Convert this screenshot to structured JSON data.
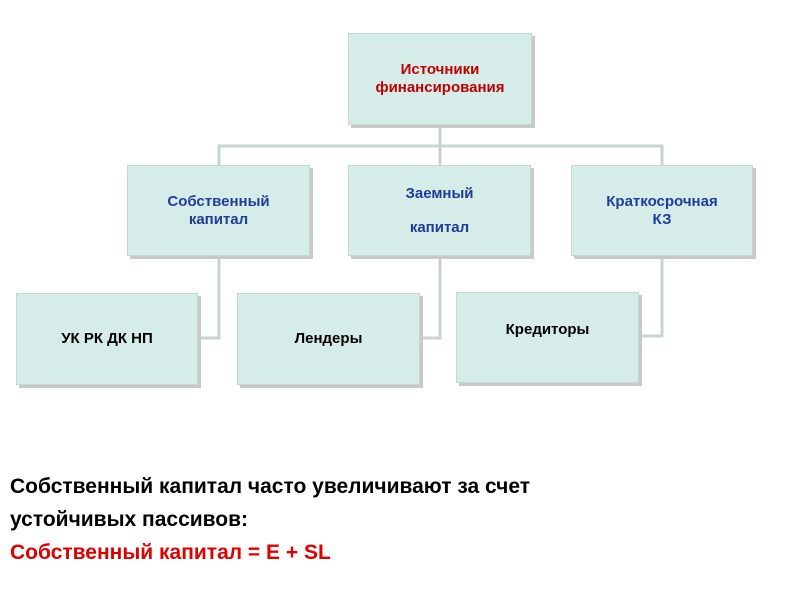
{
  "diagram": {
    "root": {
      "label": "Источники\nфинансирования"
    },
    "level1": [
      {
        "id": "own",
        "label": "Собственный\nкапитал"
      },
      {
        "id": "loan",
        "line1": "Заемный",
        "line2": "капитал"
      },
      {
        "id": "kz",
        "label": "Краткосрочная\nКЗ"
      }
    ],
    "level2": [
      {
        "id": "uk",
        "label": "УК РК ДК НП"
      },
      {
        "id": "lend",
        "label": "Лендеры"
      },
      {
        "id": "cred",
        "label": "Кредиторы"
      }
    ]
  },
  "caption": {
    "line1": "Собственный капитал часто увеличивают за счет",
    "line2": "устойчивых пассивов:",
    "formula": "Собственный капитал = E + SL"
  },
  "colors": {
    "box_fill": "#d6ece9",
    "root_text": "#c00000",
    "level1_text": "#1f3c9c",
    "level2_text": "#000000",
    "formula_text": "#e00000",
    "connector": "#c8d4d2"
  }
}
